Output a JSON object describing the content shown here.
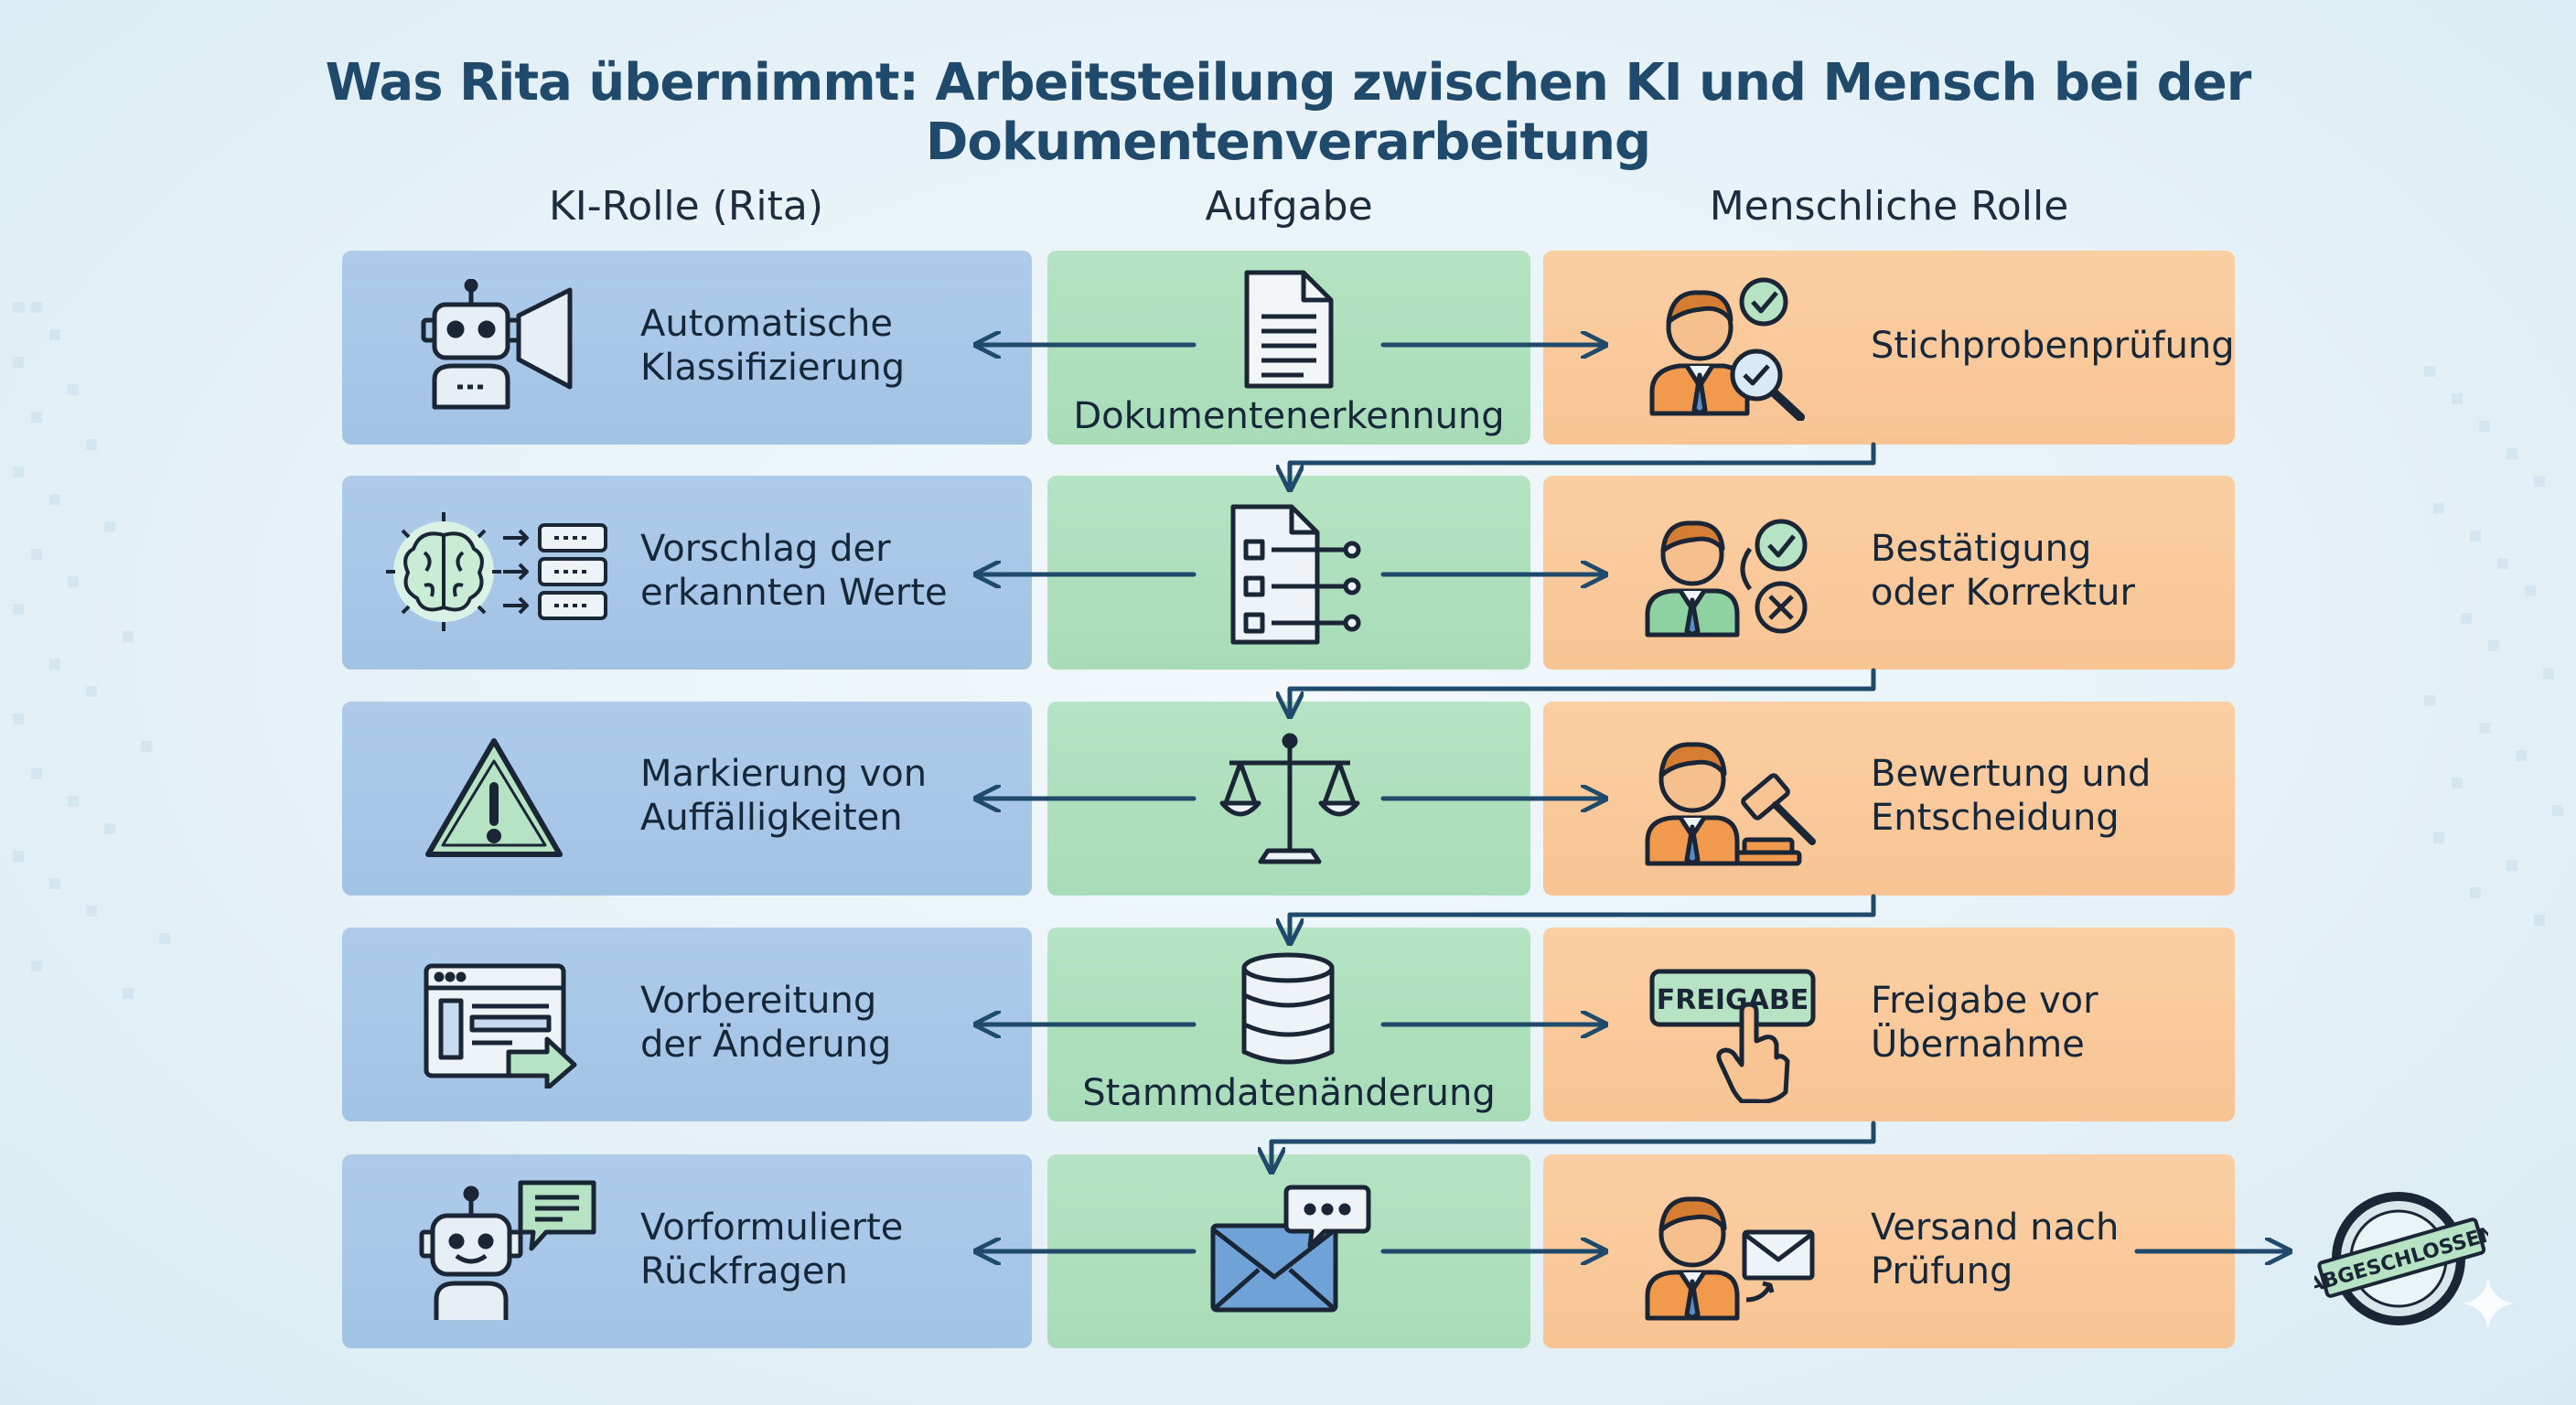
{
  "title": "Was Rita übernimmt: Arbeitsteilung zwischen KI und Mensch bei der Dokumentenverarbeitung",
  "columns": {
    "ai": "KI-Rolle (Rita)",
    "task": "Aufgabe",
    "human": "Menschliche Rolle"
  },
  "rows": [
    {
      "ai_line1": "Automatische",
      "ai_line2": "Klassifizierung",
      "task": "Dokumentenerkennung",
      "human_line1": "Stichprobenprüfung",
      "human_line2": "",
      "ai_icon": "robot-megaphone-icon",
      "task_icon": "document-icon",
      "human_icon": "person-magnifier-check-icon"
    },
    {
      "ai_line1": "Vorschlag der",
      "ai_line2": "erkannten Werte",
      "task": "",
      "human_line1": "Bestätigung",
      "human_line2": "oder Korrektur",
      "ai_icon": "brain-fields-icon",
      "task_icon": "form-checklist-icon",
      "human_icon": "person-check-cross-icon"
    },
    {
      "ai_line1": "Markierung von",
      "ai_line2": "Auffälligkeiten",
      "task": "",
      "human_line1": "Bewertung und",
      "human_line2": "Entscheidung",
      "ai_icon": "warning-triangle-icon",
      "task_icon": "scales-icon",
      "human_icon": "person-gavel-icon"
    },
    {
      "ai_line1": "Vorbereitung",
      "ai_line2": "der Änderung",
      "task": "Stammdatenänderung",
      "human_line1": "Freigabe vor",
      "human_line2": "Übernahme",
      "ai_icon": "browser-window-arrow-icon",
      "task_icon": "database-icon",
      "human_icon": "approval-button-hand-icon"
    },
    {
      "ai_line1": "Vorformulierte",
      "ai_line2": "Rückfragen",
      "task": "",
      "human_line1": "Versand nach",
      "human_line2": "Prüfung",
      "ai_icon": "robot-chat-icon",
      "task_icon": "envelope-chat-icon",
      "human_icon": "person-envelope-icon"
    }
  ],
  "badges": {
    "freigabe": "FREIGABE",
    "abgeschlossen": "ABGESCHLOSSEN"
  },
  "colors": {
    "ai_band": "#a8c7e8",
    "task_band": "#aedfbd",
    "human_band": "#f9c898",
    "arrow": "#1f4a6b",
    "title": "#1f4a6b"
  }
}
